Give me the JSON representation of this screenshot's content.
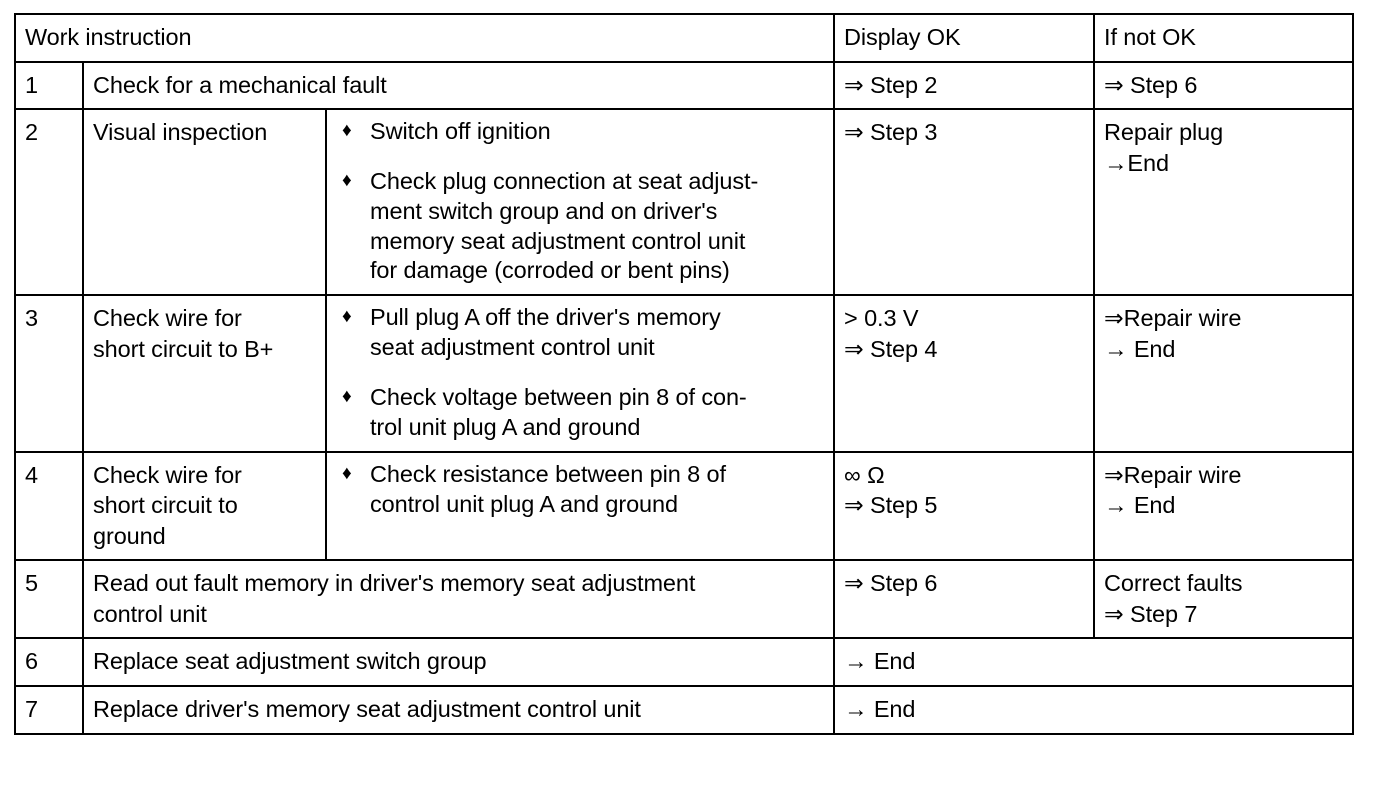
{
  "document": {
    "title": "Work instruction diagnostic table",
    "text_color": "#000000",
    "background_color": "#ffffff",
    "border_color": "#000000"
  },
  "table": {
    "headers": {
      "work_instruction": "Work instruction",
      "display_ok": "Display OK",
      "if_not_ok": "If not OK"
    },
    "bullet_glyph": "♦",
    "rows": [
      {
        "step": "1",
        "task": "Check for a mechanical fault",
        "task_spans_detail": true,
        "details": [],
        "display_ok": [
          "⇒ Step 2"
        ],
        "if_not_ok": [
          "⇒ Step 6"
        ],
        "merge_result_columns": false
      },
      {
        "step": "2",
        "task": "Visual inspection",
        "task_spans_detail": false,
        "details": [
          "Switch off ignition",
          "Check plug connection at seat adjust-\nment switch group and on driver's\nmemory seat adjustment control unit\nfor damage (corroded or bent pins)"
        ],
        "display_ok": [
          "⇒ Step 3"
        ],
        "if_not_ok": [
          "Repair plug",
          "→End"
        ],
        "merge_result_columns": false
      },
      {
        "step": "3",
        "task": "Check wire for\nshort circuit to B+",
        "task_spans_detail": false,
        "details": [
          "Pull plug A off the driver's memory\nseat adjustment control unit",
          "Check voltage between pin 8 of con-\ntrol unit plug A and ground"
        ],
        "display_ok": [
          "> 0.3 V",
          "⇒ Step 4"
        ],
        "if_not_ok": [
          "⇒Repair wire",
          "→ End"
        ],
        "merge_result_columns": false
      },
      {
        "step": "4",
        "task": "Check wire for\nshort circuit to\nground",
        "task_spans_detail": false,
        "details": [
          "Check resistance between pin 8 of\ncontrol unit plug A and ground"
        ],
        "display_ok": [
          "∞ Ω",
          "⇒ Step 5"
        ],
        "if_not_ok": [
          "⇒Repair wire",
          "→ End"
        ],
        "merge_result_columns": false
      },
      {
        "step": "5",
        "task": "Read out fault memory in driver's memory seat adjustment\ncontrol unit",
        "task_spans_detail": true,
        "details": [],
        "display_ok": [
          "⇒ Step 6"
        ],
        "if_not_ok": [
          "Correct faults",
          "⇒ Step 7"
        ],
        "merge_result_columns": false
      },
      {
        "step": "6",
        "task": "Replace seat adjustment switch group",
        "task_spans_detail": true,
        "details": [],
        "display_ok": [
          "→ End"
        ],
        "if_not_ok": [],
        "merge_result_columns": true
      },
      {
        "step": "7",
        "task": "Replace driver's memory seat adjustment control unit",
        "task_spans_detail": true,
        "details": [],
        "display_ok": [
          "→ End"
        ],
        "if_not_ok": [],
        "merge_result_columns": true
      }
    ]
  }
}
